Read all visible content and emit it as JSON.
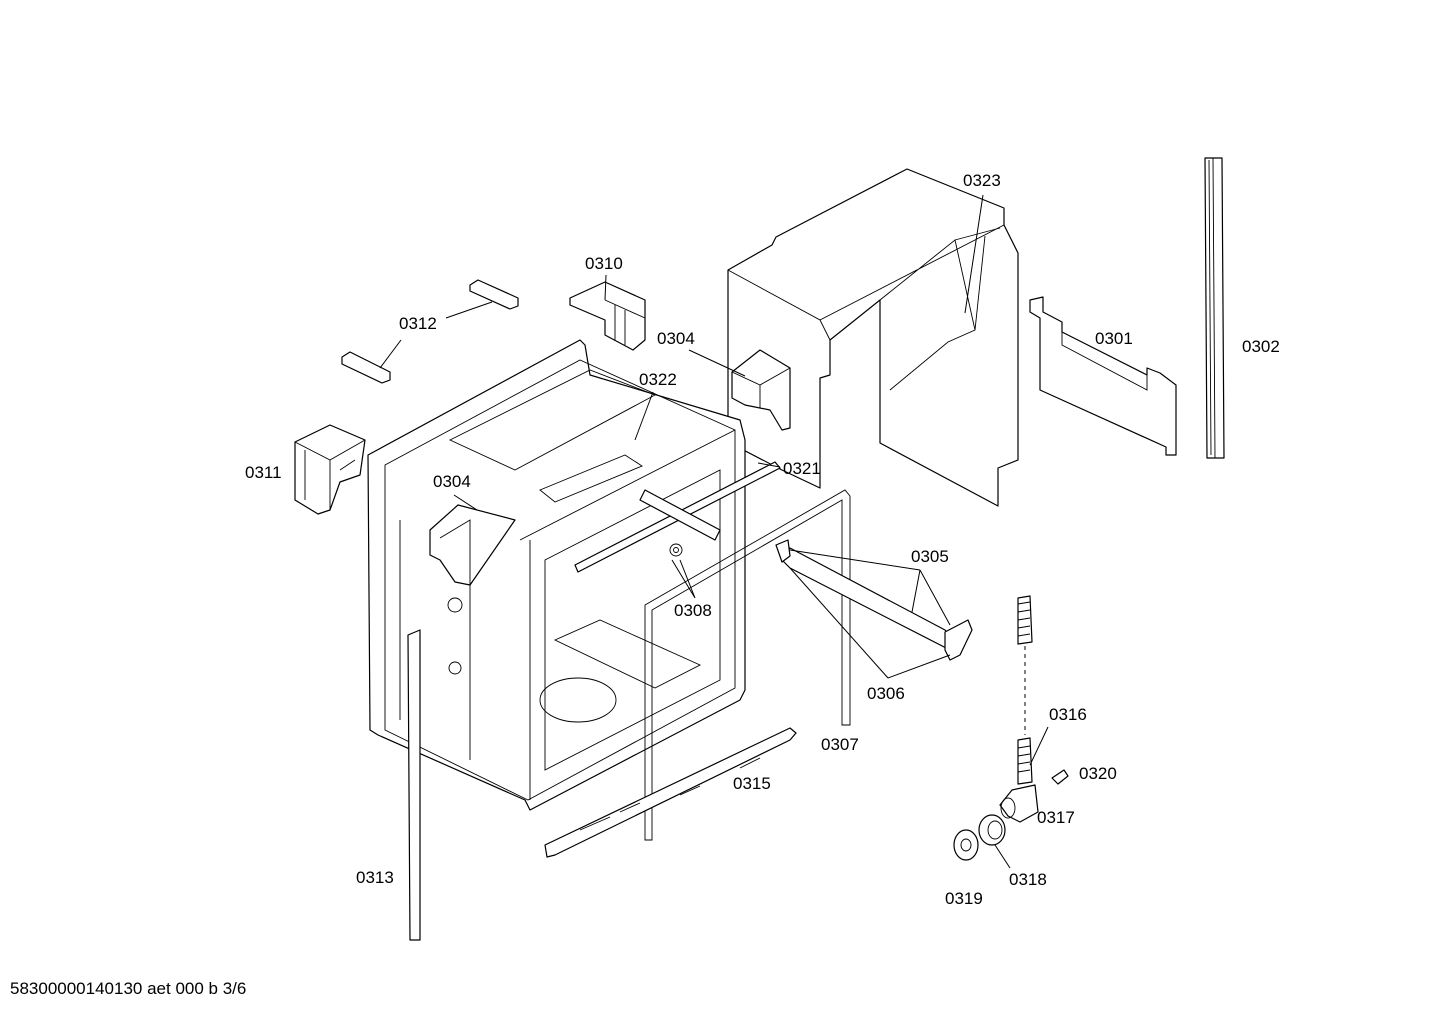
{
  "callouts": [
    {
      "id": "0301",
      "label": "0301"
    },
    {
      "id": "0302",
      "label": "0302"
    },
    {
      "id": "0304a",
      "label": "0304"
    },
    {
      "id": "0304b",
      "label": "0304"
    },
    {
      "id": "0305",
      "label": "0305"
    },
    {
      "id": "0306",
      "label": "0306"
    },
    {
      "id": "0307",
      "label": "0307"
    },
    {
      "id": "0308",
      "label": "0308"
    },
    {
      "id": "0310",
      "label": "0310"
    },
    {
      "id": "0311",
      "label": "0311"
    },
    {
      "id": "0312",
      "label": "0312"
    },
    {
      "id": "0313",
      "label": "0313"
    },
    {
      "id": "0315",
      "label": "0315"
    },
    {
      "id": "0316",
      "label": "0316"
    },
    {
      "id": "0317",
      "label": "0317"
    },
    {
      "id": "0318",
      "label": "0318"
    },
    {
      "id": "0319",
      "label": "0319"
    },
    {
      "id": "0320",
      "label": "0320"
    },
    {
      "id": "0321",
      "label": "0321"
    },
    {
      "id": "0322",
      "label": "0322"
    },
    {
      "id": "0323",
      "label": "0323"
    }
  ],
  "footer": {
    "text": "58300000140130 aet 000 b 3/6"
  }
}
